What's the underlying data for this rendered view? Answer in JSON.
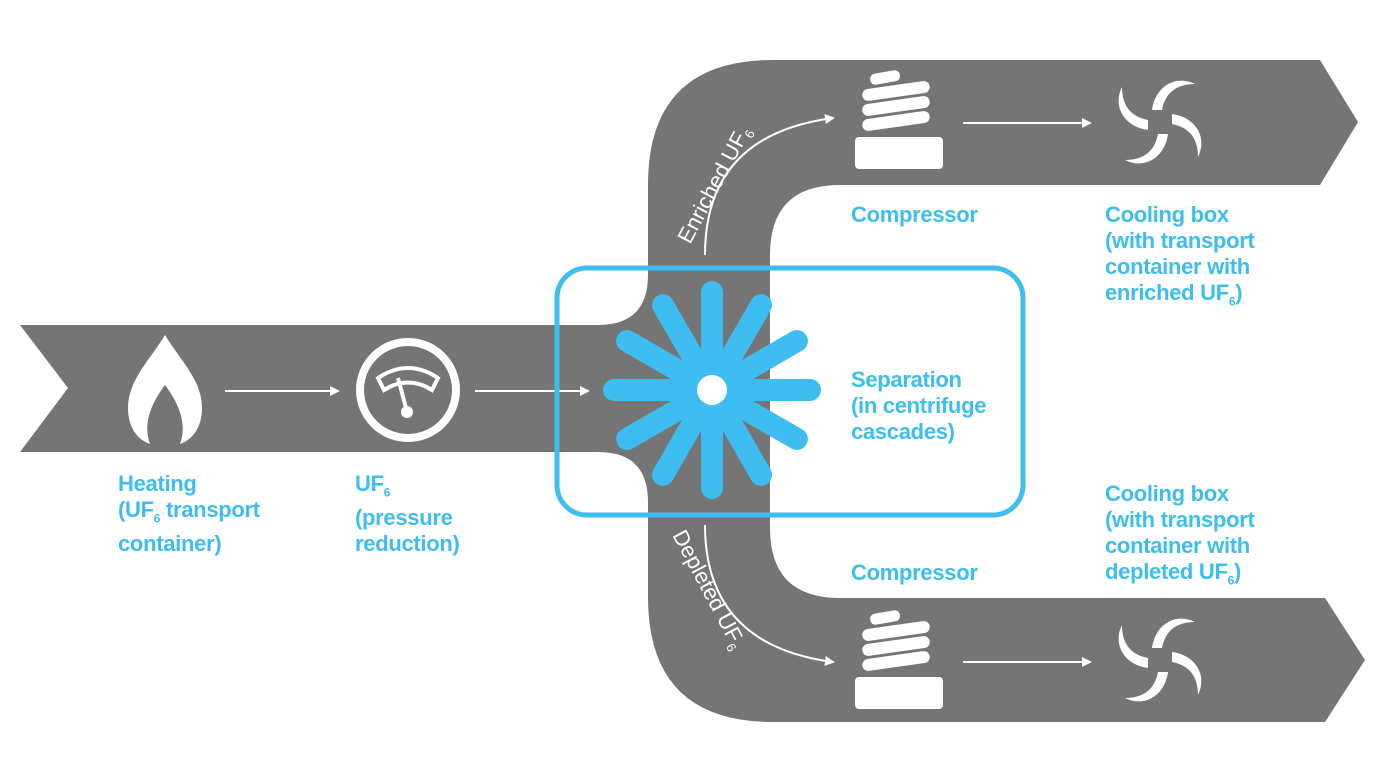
{
  "colors": {
    "band": "#757575",
    "accent": "#3dbdf0",
    "icon": "#ffffff"
  },
  "steps": {
    "heating": {
      "icon": "flame-icon",
      "lines": [
        "Heating",
        "(UF",
        "6",
        " transport",
        "container)"
      ]
    },
    "pressure": {
      "icon": "gauge-icon",
      "lines": [
        "UF",
        "6",
        "(pressure",
        "reduction)"
      ]
    },
    "separation": {
      "icon": "centrifuge-icon",
      "lines": [
        "Separation",
        "(in centrifuge",
        "cascades)"
      ]
    },
    "compressor_top": {
      "icon": "compressor-icon",
      "label": "Compressor"
    },
    "cooling_top": {
      "icon": "cooling-fan-icon",
      "lines": [
        "Cooling box",
        "(with transport",
        "container with",
        "enriched UF",
        "6",
        ")"
      ]
    },
    "compressor_bottom": {
      "icon": "compressor-icon",
      "label": "Compressor"
    },
    "cooling_bottom": {
      "icon": "cooling-fan-icon",
      "lines": [
        "Cooling box",
        "(with transport",
        "container with",
        "depleted UF",
        "6",
        ")"
      ]
    }
  },
  "streams": {
    "enriched": {
      "text": "Enriched UF",
      "sub": "6"
    },
    "depleted": {
      "text": "Depleted UF",
      "sub": "6"
    }
  }
}
